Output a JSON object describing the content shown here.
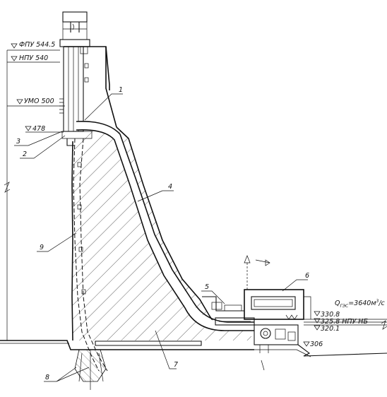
{
  "levels": {
    "fpu": "ФПУ 544.5",
    "npu": "НПУ 540",
    "umo": "УМО 500",
    "intake_sill": "478",
    "tail_330": "330.8",
    "tail_325": "325.8 НПУ НБ",
    "tail_320": "320.1",
    "base_306": "306"
  },
  "discharge": "Q",
  "discharge_sub": "ГЭС",
  "discharge_value": "=3640м",
  "discharge_exp": "3",
  "discharge_unit": "/с",
  "callouts": [
    "1",
    "2",
    "3",
    "4",
    "5",
    "6",
    "7",
    "8",
    "9"
  ]
}
